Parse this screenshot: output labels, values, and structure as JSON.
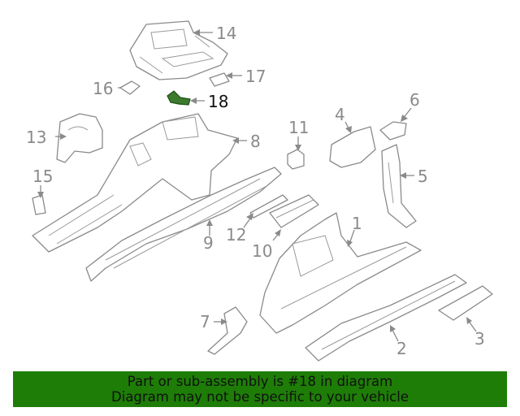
{
  "diagram": {
    "callouts": [
      "1",
      "2",
      "3",
      "4",
      "5",
      "6",
      "7",
      "8",
      "9",
      "10",
      "11",
      "12",
      "13",
      "14",
      "15",
      "16",
      "17",
      "18"
    ],
    "highlighted_part": "18"
  },
  "banner": {
    "line1": "Part or sub-assembly is #18 in diagram",
    "line2": "Diagram may not be specific to your vehicle",
    "color": "#1e7d07"
  }
}
